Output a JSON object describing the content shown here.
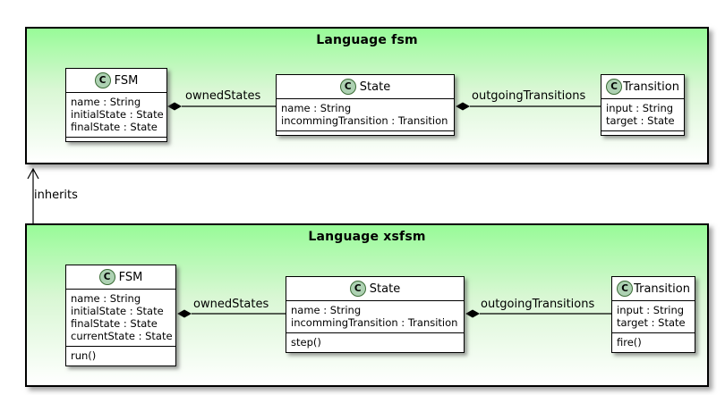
{
  "diagram_type": "uml-class-diagram",
  "class_icon_letter": "C",
  "inherits_label": "inherits",
  "colors": {
    "package_gradient_top": "#98FB98",
    "package_gradient_bottom": "#FFFFFF",
    "package_border": "#000000",
    "class_fill": "#FFFFFF",
    "class_border": "#000000",
    "class_icon_fill": "#ADD1B2",
    "class_icon_ring": "#3A6B35",
    "connector": "#000000"
  },
  "packages": [
    {
      "title": "Language fsm",
      "classes": [
        {
          "name": "FSM",
          "attributes": [
            "name : String",
            "initialState : State",
            "finalState : State"
          ],
          "methods": []
        },
        {
          "name": "State",
          "attributes": [
            "name : String",
            "incommingTransition : Transition"
          ],
          "methods": []
        },
        {
          "name": "Transition",
          "attributes": [
            "input : String",
            "target : State"
          ],
          "methods": []
        }
      ],
      "relations": [
        {
          "label": "ownedStates",
          "type": "composition"
        },
        {
          "label": "outgoingTransitions",
          "type": "composition"
        }
      ]
    },
    {
      "title": "Language xsfsm",
      "classes": [
        {
          "name": "FSM",
          "attributes": [
            "name : String",
            "initialState : State",
            "finalState : State",
            "currentState : State"
          ],
          "methods": [
            "run()"
          ]
        },
        {
          "name": "State",
          "attributes": [
            "name : String",
            "incommingTransition : Transition"
          ],
          "methods": [
            "step()"
          ]
        },
        {
          "name": "Transition",
          "attributes": [
            "input : String",
            "target : State"
          ],
          "methods": [
            "fire()"
          ]
        }
      ],
      "relations": [
        {
          "label": "ownedStates",
          "type": "composition"
        },
        {
          "label": "outgoingTransitions",
          "type": "composition"
        }
      ]
    }
  ]
}
